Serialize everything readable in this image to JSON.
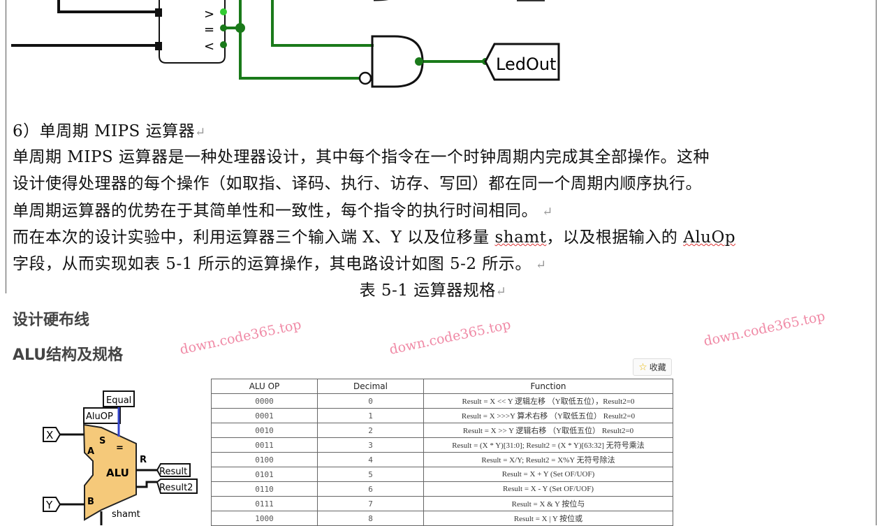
{
  "circuit_top": {
    "comparator_labels": [
      ">",
      "=",
      "<"
    ],
    "output_label": "LedOut"
  },
  "section_heading": "6）单周期 MIPS 运算器",
  "paragraphs": [
    "单周期 MIPS 运算器是一种处理器设计，其中每个指令在一个时钟周期内完成其全部操作。这种",
    "设计使得处理器的每个操作（如取指、译码、执行、访存、写回）都在同一个周期内顺序执行。",
    "单周期运算器的优势在于其简单性和一致性，每个指令的执行时间相同。"
  ],
  "para4": {
    "a": "而在本次的设计实验中，利用运算器三个输入端 X、Y 以及位移量 ",
    "b": "shamt",
    "c": "，以及根据输入的 ",
    "d": "AluOp"
  },
  "para5": "字段，从而实现如表 5-1 所示的运算操作，其电路设计如图 5-2 所示。",
  "table_caption": "表 5-1  运算器规格",
  "heading1": "设计硬布线",
  "heading2": "ALU结构及规格",
  "favorite_label": "收藏",
  "alu_diagram": {
    "pins": [
      "Equal",
      "AluOP",
      "X",
      "Y",
      "Result",
      "Result2",
      "A",
      "B",
      "S",
      "=",
      "R",
      "ALU",
      "shamt"
    ]
  },
  "table": {
    "headers": [
      "ALU OP",
      "Decimal",
      "Function"
    ],
    "rows": [
      [
        "0000",
        "0",
        "Result = X << Y  逻辑左移 （Y取低五位），Result2=0"
      ],
      [
        "0001",
        "1",
        "Result = X >>>Y 算术右移 （Y取低五位）  Result2=0"
      ],
      [
        "0010",
        "2",
        "Result = X >> Y  逻辑右移 （Y取低五位）  Result2=0"
      ],
      [
        "0011",
        "3",
        "Result = (X * Y)[31:0]; Result2 = (X * Y)[63:32] 无符号乘法"
      ],
      [
        "0100",
        "4",
        "Result = X/Y;  Result2 = X%Y 无符号除法"
      ],
      [
        "0101",
        "5",
        "Result = X + Y   (Set OF/UOF)"
      ],
      [
        "0110",
        "6",
        "Result = X - Y   (Set OF/UOF)"
      ],
      [
        "0111",
        "7",
        "Result = X & Y  按位与"
      ],
      [
        "1000",
        "8",
        "Result = X | Y   按位或"
      ]
    ]
  },
  "watermark": "down.code365.top",
  "colors": {
    "wire_active": "#1a7a1a",
    "wire_bright": "#33cc33",
    "alu_fill": "#f5c97a",
    "watermark": "#f08aa6"
  }
}
